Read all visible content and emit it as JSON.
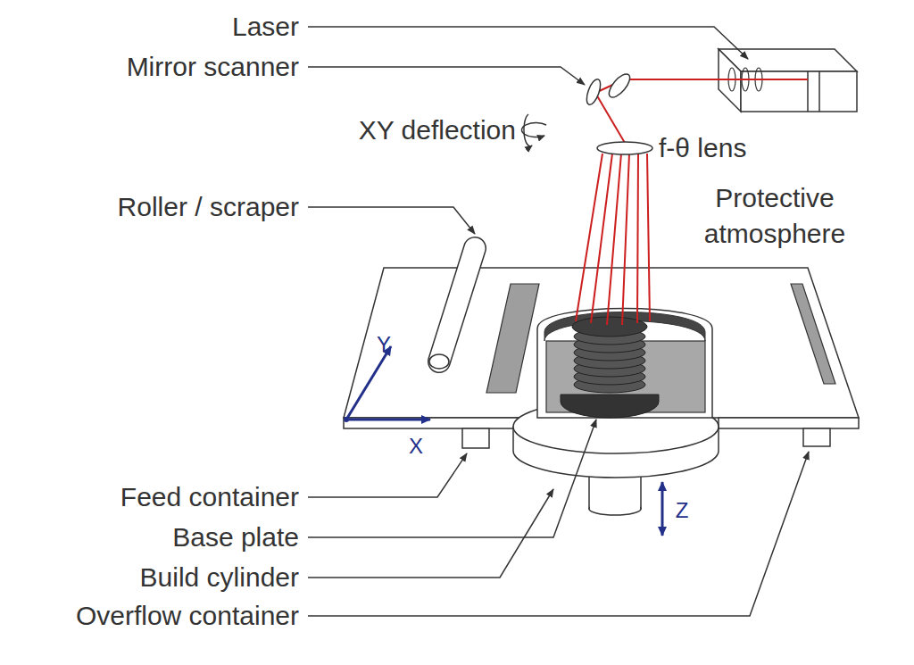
{
  "diagram": {
    "labels": [
      "Laser",
      "Mirror scanner",
      "XY deflection",
      "f-θ lens",
      "Roller / scraper",
      "Protective atmosphere",
      "Y",
      "X",
      "Z",
      "Feed container",
      "Base plate",
      "Build cylinder",
      "Overflow container"
    ]
  }
}
